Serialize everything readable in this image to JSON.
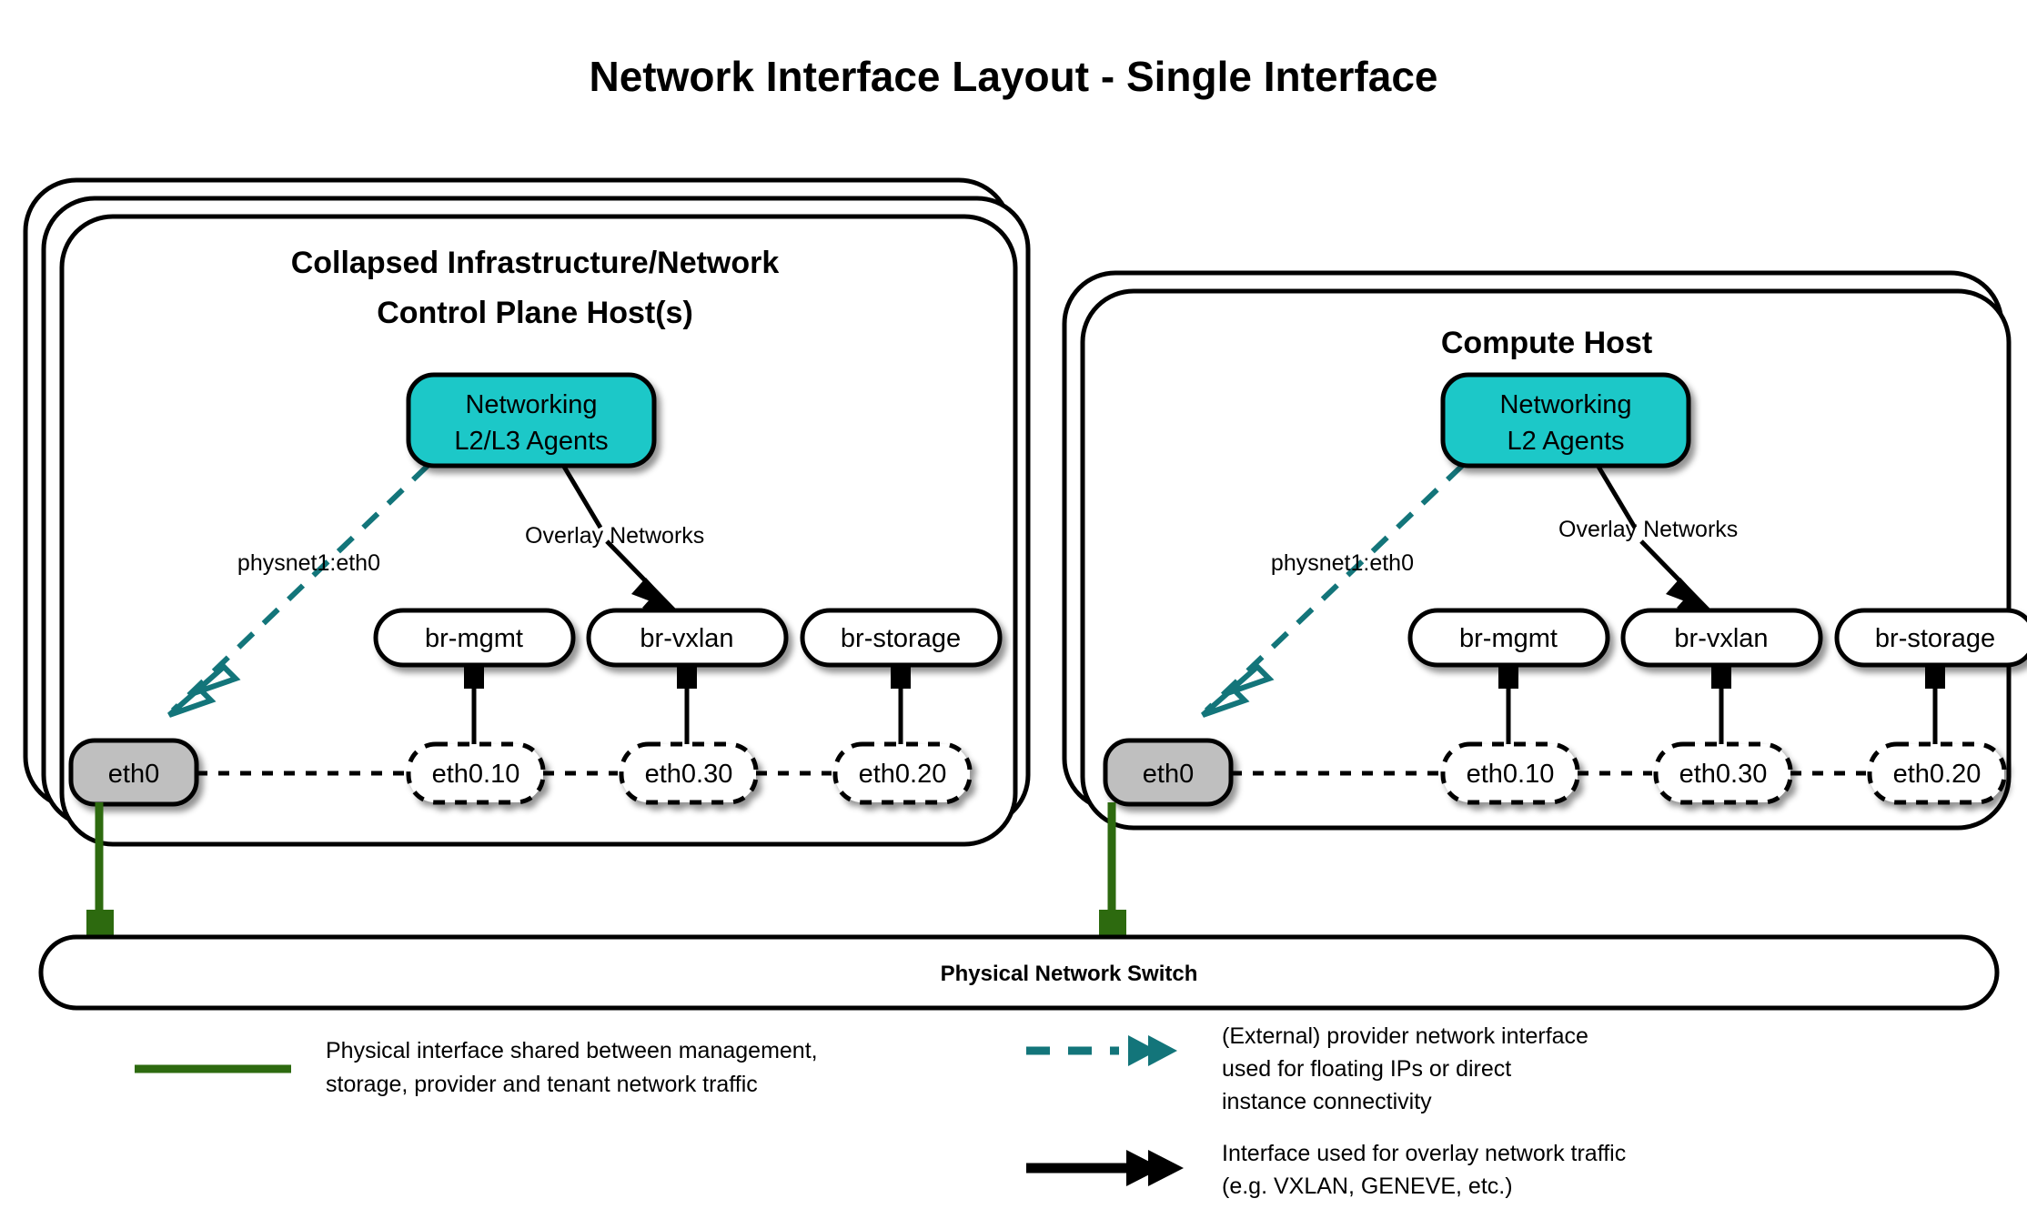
{
  "title": "Network Interface Layout - Single Interface",
  "colors": {
    "agent_fill": "#1ec8c8",
    "eth_fill": "#bfbfbf",
    "teal": "#13757a",
    "green": "#2d6a0f",
    "black": "#000000",
    "panel_fill": "#ffffff"
  },
  "hosts": [
    {
      "id": "control-plane-host",
      "title_line1": "Collapsed Infrastructure/Network",
      "title_line2": "Control Plane Host(s)",
      "stack_layers": 3,
      "agent": {
        "line1": "Networking",
        "line2": "L2/L3 Agents"
      },
      "provider_label": "physnet1:eth0",
      "overlay_label": "Overlay Networks",
      "physical_nic": "eth0",
      "bridges": [
        "br-mgmt",
        "br-vxlan",
        "br-storage"
      ],
      "vlans": [
        "eth0.10",
        "eth0.30",
        "eth0.20"
      ]
    },
    {
      "id": "compute-host",
      "title_line1": "Compute Host",
      "title_line2": "",
      "stack_layers": 2,
      "agent": {
        "line1": "Networking",
        "line2": "L2 Agents"
      },
      "provider_label": "physnet1:eth0",
      "overlay_label": "Overlay Networks",
      "physical_nic": "eth0",
      "bridges": [
        "br-mgmt",
        "br-vxlan",
        "br-storage"
      ],
      "vlans": [
        "eth0.10",
        "eth0.30",
        "eth0.20"
      ]
    }
  ],
  "switch": {
    "label": "Physical Network Switch"
  },
  "legend": [
    {
      "id": "physical-interface",
      "style": "solid-green-line",
      "lines": [
        "Physical interface shared between management,",
        "storage, provider and tenant network traffic"
      ]
    },
    {
      "id": "provider-network-interface",
      "style": "teal-dashed-double-arrow",
      "lines": [
        "(External) provider network interface",
        "used for floating IPs or direct",
        "instance connectivity"
      ]
    },
    {
      "id": "overlay-network-interface",
      "style": "black-solid-double-arrow",
      "lines": [
        "Interface used for overlay network traffic",
        "(e.g. VXLAN, GENEVE, etc.)"
      ]
    }
  ]
}
